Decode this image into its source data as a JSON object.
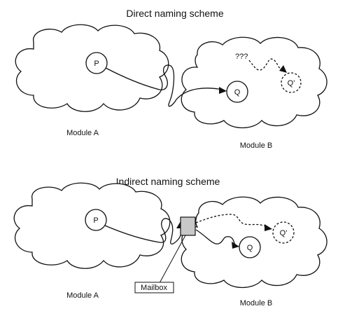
{
  "direct": {
    "title": "Direct naming scheme",
    "module_a": "Module A",
    "module_b": "Module B",
    "process_p": "P",
    "process_q": "Q",
    "process_q_prime": "Q'",
    "unknown": "???"
  },
  "indirect": {
    "title": "Indirect naming scheme",
    "module_a": "Module A",
    "module_b": "Module B",
    "process_p": "P",
    "process_q": "Q",
    "process_q_prime": "Q'",
    "mailbox_label": "Mailbox"
  }
}
